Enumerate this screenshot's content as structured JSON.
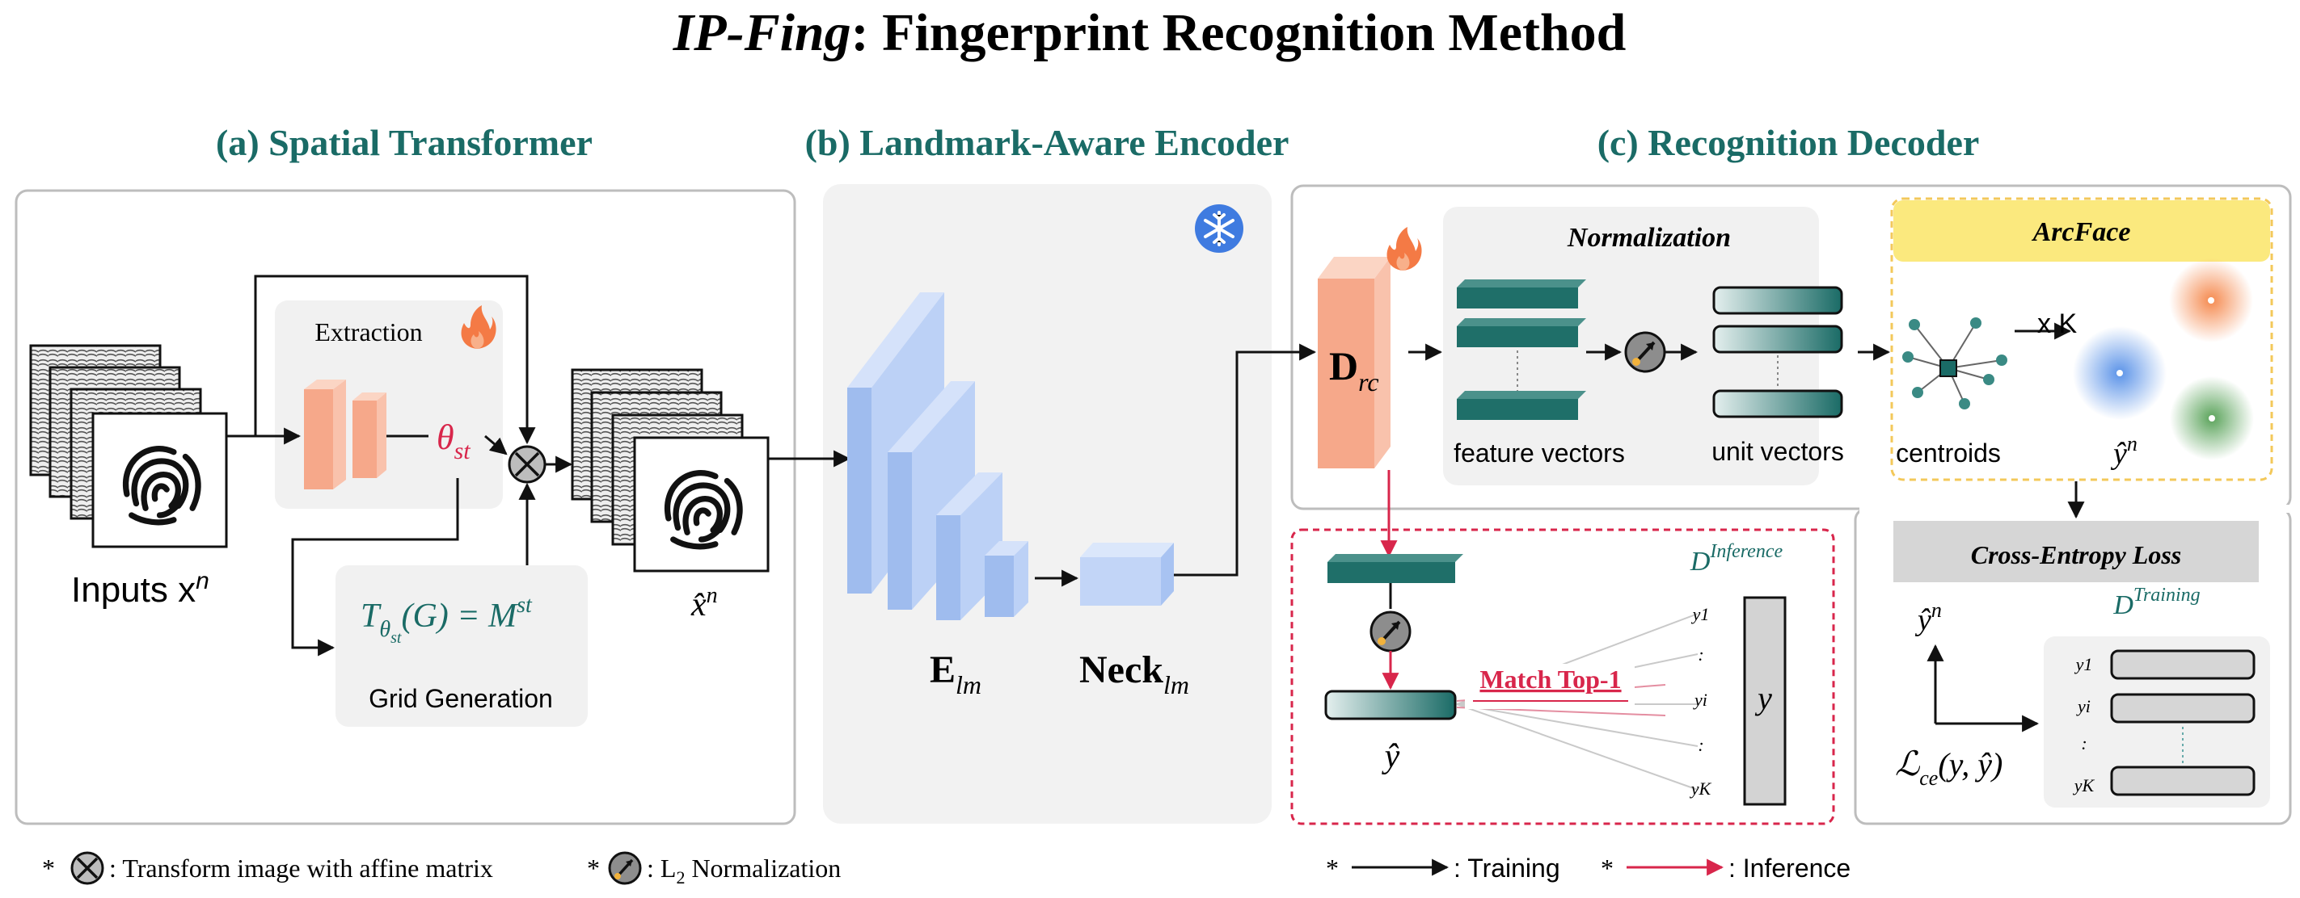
{
  "title": {
    "main": "IP-Fing",
    "rest": ": Fingerprint Recognition Method"
  },
  "sections": {
    "a": "(a) Spatial Transformer",
    "b": "(b) Landmark-Aware Encoder",
    "c": "(c) Recognition Decoder"
  },
  "panel_a": {
    "input_label": "Inputs x",
    "input_sup": "n",
    "extraction": "Extraction",
    "theta": "θ",
    "theta_sub": "st",
    "formula_T": "T",
    "formula_sub": "θ",
    "formula_subsub": "st",
    "formula_rest": "(G) = M",
    "formula_sup": "st",
    "grid_generation": "Grid Generation",
    "output_label": "x̂",
    "output_sup": "n"
  },
  "panel_b": {
    "encoder": "E",
    "encoder_sub": "lm",
    "neck": "Neck",
    "neck_sub": "lm"
  },
  "panel_c": {
    "drc": "D",
    "drc_sub": "rc",
    "normalization": "Normalization",
    "feature_vectors": "feature vectors",
    "unit_vectors": "unit vectors",
    "arcface": "ArcFace",
    "times_k": "x K",
    "centroids": "centroids",
    "yhat": "ŷ",
    "yhat_sup": "n",
    "cross_entropy": "Cross-Entropy Loss",
    "d_training": "D",
    "d_training_sup": "Training",
    "loss_L": "ℒ",
    "loss_sub": "ce",
    "loss_rest": "(y, ŷ)",
    "training_rows": [
      "y1",
      "yi",
      ":",
      "yK"
    ],
    "inference_yhat": "ŷ",
    "match": "Match Top-1",
    "d_inference": "D",
    "d_inference_sup": "Inference",
    "inference_rows": [
      "y1",
      ":",
      "yi",
      ":",
      "yK"
    ],
    "y_box": "y"
  },
  "legend": {
    "star": "*",
    "transform": ": Transform image with affine matrix",
    "l2_pre": ": L",
    "l2_sub": "2",
    "l2_post": " Normalization",
    "training": ": Training",
    "inference": ": Inference"
  },
  "colors": {
    "teal": "#1a6b66",
    "red": "#d8264b",
    "orange": "#f39a7a",
    "blue": "#a9c4f5",
    "arcface_yellow": "#fbe97e",
    "gray_panel": "#f1f1f1"
  }
}
